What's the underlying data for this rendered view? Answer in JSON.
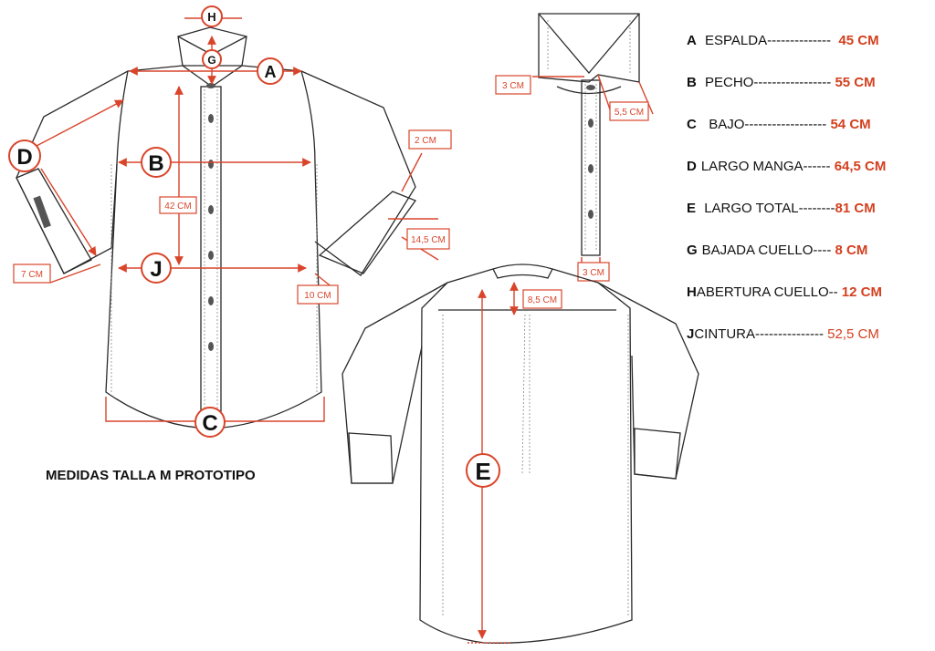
{
  "labels": {
    "A": "A",
    "B": "B",
    "C": "C",
    "D": "D",
    "E": "E",
    "G": "G",
    "H": "H",
    "J": "J"
  },
  "dimension_boxes": {
    "front_placket": "42 CM",
    "cuff_button": "2 CM",
    "cuff_length": "14,5 CM",
    "cuff_width": "7 CM",
    "hem_side": "10 CM",
    "collar_band": "3 CM",
    "collar_point": "5,5 CM",
    "placket_width": "3 CM",
    "back_yoke": "8,5 CM"
  },
  "legend": [
    {
      "letter": "A",
      "name": "ESPALDA",
      "dashes": "--------------",
      "value": "45 CM"
    },
    {
      "letter": "B",
      "name": "PECHO",
      "dashes": "-----------------",
      "value": "55 CM"
    },
    {
      "letter": "C",
      "name": "BAJO",
      "dashes": "------------------",
      "value": "54 CM"
    },
    {
      "letter": "D",
      "name": "LARGO MANGA",
      "dashes": "------",
      "value": "64,5 CM"
    },
    {
      "letter": "E",
      "name": "LARGO  TOTAL",
      "dashes": "--------",
      "value": "81 CM"
    },
    {
      "letter": "G",
      "name": "BAJADA CUELLO",
      "dashes": "----",
      "value": "8 CM"
    },
    {
      "letter": "H",
      "name": "ABERTURA CUELLO",
      "dashes": "--",
      "value": "12 CM"
    },
    {
      "letter": "J",
      "name": "CINTURA",
      "dashes": "---------------",
      "value": "52,5 CM"
    }
  ],
  "caption": "MEDIDAS TALLA M PROTOTIPO",
  "colors": {
    "accent": "#d9452b",
    "line": "#2a2a2a"
  }
}
